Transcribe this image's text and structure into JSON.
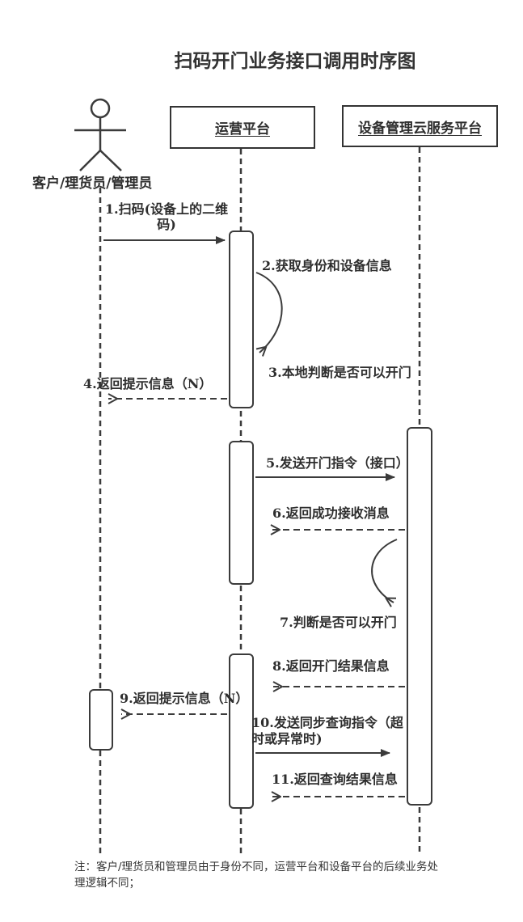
{
  "title": "扫码开门业务接口调用时序图",
  "participants": {
    "user": {
      "label": "客户/理货员/管理员"
    },
    "ops": {
      "label": "运营平台"
    },
    "cloud": {
      "label": "设备管理云服务平台"
    }
  },
  "messages": {
    "m1": {
      "line1": "1.扫码(设备上的二维",
      "line2": "码)",
      "type": "solid-arrow",
      "from": "user",
      "to": "ops"
    },
    "m2": {
      "text": "2.获取身份和设备信息",
      "type": "self-loop",
      "on": "ops"
    },
    "m3": {
      "text": "3.本地判断是否可以开门",
      "type": "label",
      "on": "ops"
    },
    "m4": {
      "text": "4.返回提示信息（N）",
      "type": "dashed-arrow",
      "from": "ops",
      "to": "user"
    },
    "m5": {
      "text": "5.发送开门指令（接口）",
      "type": "solid-arrow",
      "from": "ops",
      "to": "cloud"
    },
    "m6": {
      "text": "6.返回成功接收消息",
      "type": "dashed-arrow",
      "from": "cloud",
      "to": "ops"
    },
    "m7": {
      "text": "7.判断是否可以开门",
      "type": "self-loop",
      "on": "cloud"
    },
    "m8": {
      "text": "8.返回开门结果信息",
      "type": "dashed-arrow",
      "from": "cloud",
      "to": "ops"
    },
    "m9": {
      "text": "9.返回提示信息（N）",
      "type": "dashed-arrow",
      "from": "ops",
      "to": "user"
    },
    "m10": {
      "line1": "10.发送同步查询指令（超",
      "line2": "时或异常时)",
      "type": "solid-arrow",
      "from": "ops",
      "to": "cloud"
    },
    "m11": {
      "text": "11.返回查询结果信息",
      "type": "dashed-arrow",
      "from": "cloud",
      "to": "ops"
    }
  },
  "note": {
    "line1": "注：客户/理货员和管理员由于身份不同，运营平台和设备平台的后续业务处",
    "line2": "理逻辑不同；"
  },
  "colors": {
    "line": "#3b3b3b",
    "text": "#2e2e2e",
    "background": "#ffffff"
  }
}
